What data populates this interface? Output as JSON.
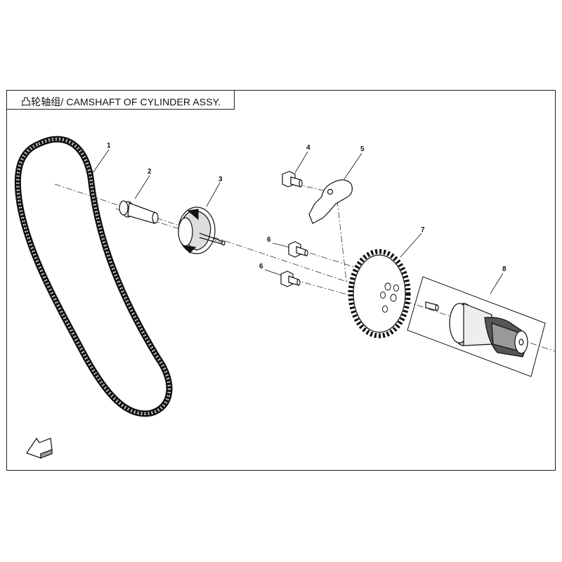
{
  "title": "凸轮轴组/ CAMSHAFT OF CYLINDER ASSY.",
  "callouts": [
    "1",
    "2",
    "3",
    "4",
    "5",
    "6",
    "6",
    "7",
    "8"
  ],
  "front_marker_icon": "front-direction-arrow-icon",
  "colors": {
    "line": "#222222",
    "background": "#ffffff"
  }
}
